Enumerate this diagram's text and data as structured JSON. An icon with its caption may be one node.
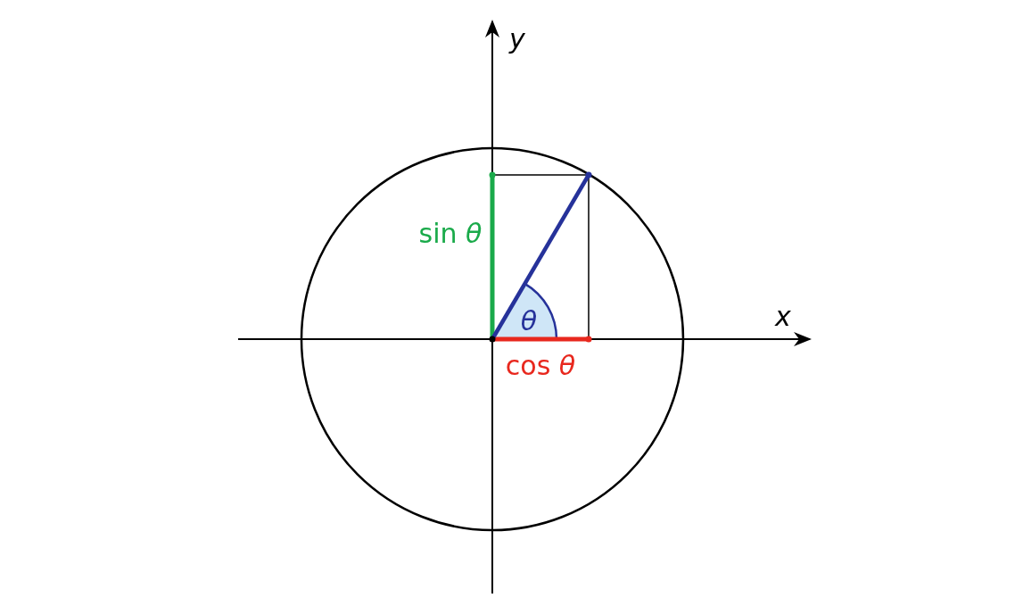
{
  "diagram": {
    "labels": [
      "y",
      "sin *θ*",
      "θ",
      "x",
      "cos *θ*"
    ]
  }
}
